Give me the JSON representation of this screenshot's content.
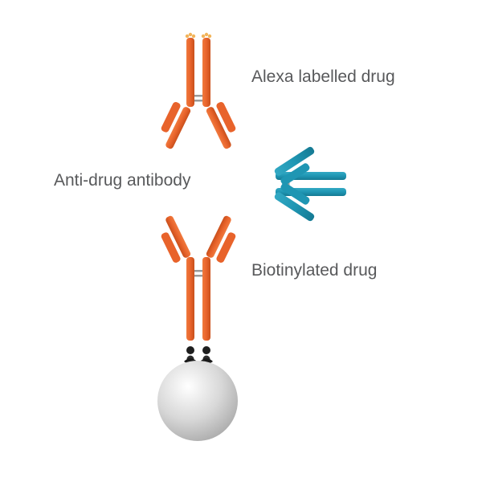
{
  "diagram": {
    "title": "",
    "labels": {
      "alexa": "Alexa labelled drug",
      "anti_drug": "Anti-drug antibody",
      "biotin": "Biotinylated drug"
    },
    "colors": {
      "drug_antibody": "#e8632b",
      "drug_antibody_shadow": "#c9501c",
      "anti_drug_antibody": "#1f96b3",
      "anti_drug_antibody_shadow": "#157a93",
      "linker": "#9a9a9a",
      "alexa_tag": "#f2b45a",
      "biotin": "#1e1e1e",
      "streptavidin_bead": "#d8d8d8",
      "label_text": "#58595b"
    },
    "components": [
      {
        "name": "alexa-labelled-drug",
        "kind": "antibody",
        "color": "drug_antibody",
        "tag": "alexa-fluor"
      },
      {
        "name": "anti-drug-antibody",
        "kind": "antibody",
        "color": "anti_drug_antibody",
        "orientation": "horizontal"
      },
      {
        "name": "biotinylated-drug",
        "kind": "antibody",
        "color": "drug_antibody",
        "tag": "biotin"
      },
      {
        "name": "streptavidin-bead",
        "kind": "bead"
      }
    ]
  }
}
